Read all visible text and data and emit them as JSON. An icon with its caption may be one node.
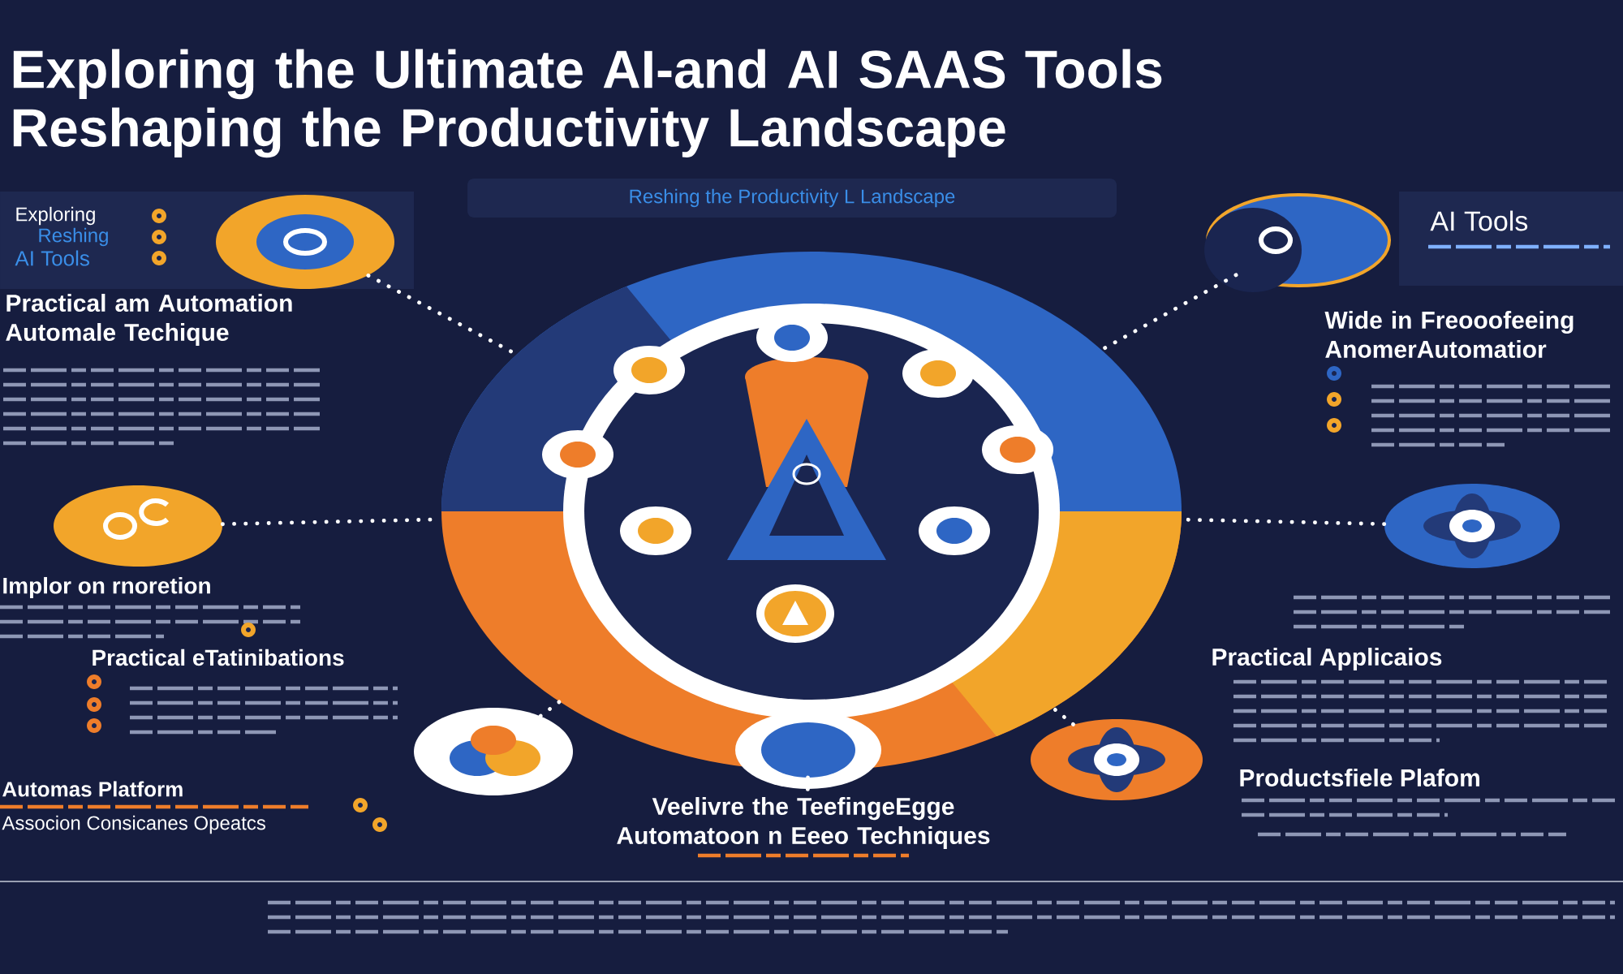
{
  "diagram": {
    "title": "Exploring the Ultimate AI-and AI SAAS Tools Reshaping the Productivity Landscape",
    "nodes": [
      {
        "text": [
          "Reshing the Productivity L Landscape"
        ]
      },
      {
        "text": [],
        "shape": "circle"
      },
      {
        "text": [],
        "shape": "circle"
      },
      {
        "text": [],
        "shape": "circle"
      },
      {
        "text": [],
        "shape": "circle"
      },
      {
        "text": [],
        "shape": "circle"
      },
      {
        "text": [],
        "shape": "circle"
      },
      {
        "text": [],
        "shape": "circle"
      },
      {
        "text": [],
        "shape": "circle"
      }
    ],
    "edges": [
      {
        "from": 1,
        "to": 3,
        "arrow": "none"
      },
      {
        "from": 2,
        "to": 3,
        "arrow": "none"
      },
      {
        "from": 4,
        "to": 3,
        "arrow": "none"
      },
      {
        "from": 5,
        "to": 3,
        "arrow": "none"
      },
      {
        "from": 6,
        "to": 3,
        "arrow": "none"
      },
      {
        "from": 7,
        "to": 3,
        "arrow": "none"
      },
      {
        "from": 8,
        "to": 3,
        "arrow": "none"
      }
    ],
    "labels": [
      "Exploring",
      "Reshing",
      "AI Tools",
      "Practical am Automation Automale Techique",
      "Implor on rnoretion",
      "Practical eTatinibations",
      "Automas Platform",
      "Associon Consicanes Opeatcs",
      "AI Tools",
      "Wide in Freooofeeing AnomerAutomatior",
      "Practical Applicaios",
      "Productsfiele Plafom",
      "Veelivre the TeefingeEgge Automatoon n Eeeo Techniques"
    ]
  }
}
